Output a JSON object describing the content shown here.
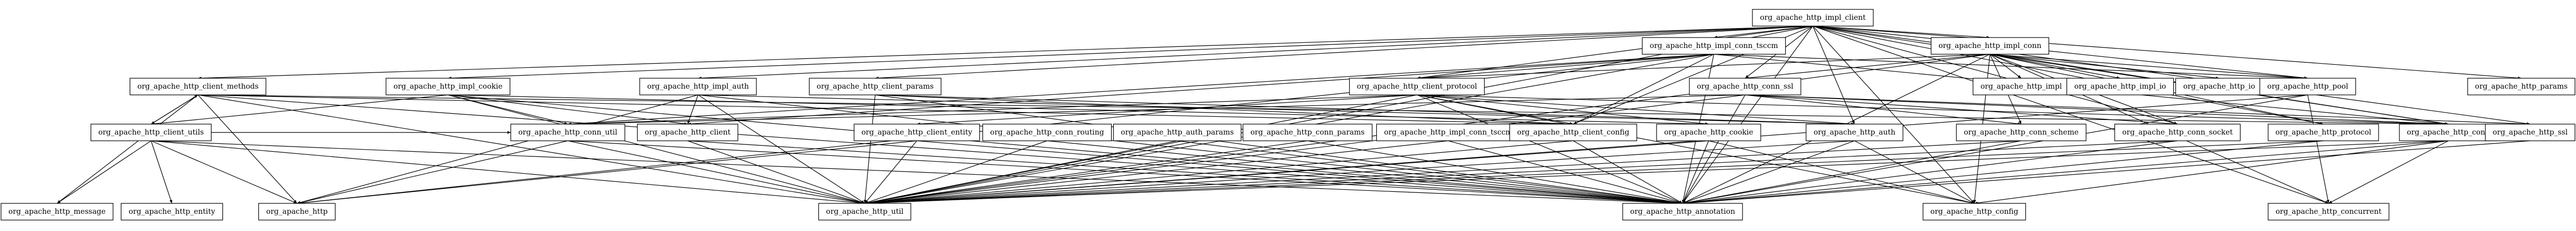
{
  "diagram": {
    "type": "package-dependency-graph",
    "nodes": [
      {
        "id": "impl_client",
        "label": "org_apache_http_impl_client"
      },
      {
        "id": "impl_conn_tsccm",
        "label": "org_apache_http_impl_conn_tsccm"
      },
      {
        "id": "impl_conn",
        "label": "org_apache_http_impl_conn"
      },
      {
        "id": "params",
        "label": "org_apache_http_params"
      },
      {
        "id": "client_methods",
        "label": "org_apache_http_client_methods"
      },
      {
        "id": "impl_cookie",
        "label": "org_apache_http_impl_cookie"
      },
      {
        "id": "impl_auth",
        "label": "org_apache_http_impl_auth"
      },
      {
        "id": "client_params",
        "label": "org_apache_http_client_params"
      },
      {
        "id": "client_protocol",
        "label": "org_apache_http_client_protocol"
      },
      {
        "id": "conn_ssl",
        "label": "org_apache_http_conn_ssl"
      },
      {
        "id": "impl",
        "label": "org_apache_http_impl"
      },
      {
        "id": "impl_io",
        "label": "org_apache_http_impl_io"
      },
      {
        "id": "io",
        "label": "org_apache_http_io"
      },
      {
        "id": "pool",
        "label": "org_apache_http_pool"
      },
      {
        "id": "client_utils",
        "label": "org_apache_http_client_utils"
      },
      {
        "id": "conn_util",
        "label": "org_apache_http_conn_util"
      },
      {
        "id": "client",
        "label": "org_apache_http_client"
      },
      {
        "id": "client_entity",
        "label": "org_apache_http_client_entity"
      },
      {
        "id": "conn_routing",
        "label": "org_apache_http_conn_routing"
      },
      {
        "id": "auth_params",
        "label": "org_apache_http_auth_params"
      },
      {
        "id": "conn_params",
        "label": "org_apache_http_conn_params"
      },
      {
        "id": "impl_conn_tsccm2",
        "label": "org_apache_http_impl_conn_tsccm"
      },
      {
        "id": "client_config",
        "label": "org_apache_http_client_config"
      },
      {
        "id": "cookie",
        "label": "org_apache_http_cookie"
      },
      {
        "id": "auth",
        "label": "org_apache_http_auth"
      },
      {
        "id": "conn_scheme",
        "label": "org_apache_http_conn_scheme"
      },
      {
        "id": "conn_socket",
        "label": "org_apache_http_conn_socket"
      },
      {
        "id": "protocol",
        "label": "org_apache_http_protocol"
      },
      {
        "id": "conn",
        "label": "org_apache_http_conn"
      },
      {
        "id": "ssl",
        "label": "org_apache_http_ssl"
      },
      {
        "id": "message",
        "label": "org_apache_http_message"
      },
      {
        "id": "entity",
        "label": "org_apache_http_entity"
      },
      {
        "id": "http",
        "label": "org_apache_http"
      },
      {
        "id": "util",
        "label": "org_apache_http_util"
      },
      {
        "id": "annotation",
        "label": "org_apache_http_annotation"
      },
      {
        "id": "config",
        "label": "org_apache_http_config"
      },
      {
        "id": "concurrent",
        "label": "org_apache_http_concurrent"
      }
    ],
    "edges": [
      [
        "impl_client",
        "impl_conn_tsccm"
      ],
      [
        "impl_client",
        "impl_conn"
      ],
      [
        "impl_client",
        "params"
      ],
      [
        "impl_client",
        "client_methods"
      ],
      [
        "impl_client",
        "impl_cookie"
      ],
      [
        "impl_client",
        "impl_auth"
      ],
      [
        "impl_client",
        "client_params"
      ],
      [
        "impl_client",
        "client_protocol"
      ],
      [
        "impl_client",
        "conn_ssl"
      ],
      [
        "impl_client",
        "pool"
      ],
      [
        "impl_client",
        "client_config"
      ],
      [
        "impl_client",
        "auth"
      ],
      [
        "impl_client",
        "conn_socket"
      ],
      [
        "impl_client",
        "conn"
      ],
      [
        "impl_client",
        "ssl"
      ],
      [
        "impl_client",
        "annotation"
      ],
      [
        "impl_client",
        "config"
      ],
      [
        "impl_client",
        "concurrent"
      ],
      [
        "impl_client",
        "util"
      ],
      [
        "impl_client",
        "protocol"
      ],
      [
        "impl_conn_tsccm",
        "client_protocol"
      ],
      [
        "impl_conn_tsccm",
        "client_config"
      ],
      [
        "impl_conn_tsccm",
        "conn_util"
      ],
      [
        "impl_conn_tsccm",
        "client"
      ],
      [
        "impl_conn_tsccm",
        "util"
      ],
      [
        "impl_conn_tsccm",
        "annotation"
      ],
      [
        "impl_conn_tsccm",
        "conn"
      ],
      [
        "impl_conn_tsccm",
        "pool"
      ],
      [
        "impl_conn_tsccm",
        "http"
      ],
      [
        "impl_conn",
        "impl"
      ],
      [
        "impl_conn",
        "impl_io"
      ],
      [
        "impl_conn",
        "io"
      ],
      [
        "impl_conn",
        "pool"
      ],
      [
        "impl_conn",
        "conn_ssl"
      ],
      [
        "impl_conn",
        "conn_socket"
      ],
      [
        "impl_conn",
        "conn_scheme"
      ],
      [
        "impl_conn",
        "conn"
      ],
      [
        "impl_conn",
        "protocol"
      ],
      [
        "impl_conn",
        "util"
      ],
      [
        "impl_conn",
        "annotation"
      ],
      [
        "impl_conn",
        "config"
      ],
      [
        "impl_conn",
        "concurrent"
      ],
      [
        "impl_conn",
        "client_protocol"
      ],
      [
        "client_methods",
        "client_utils"
      ],
      [
        "client_methods",
        "client_config"
      ],
      [
        "client_methods",
        "message"
      ],
      [
        "client_methods",
        "util"
      ],
      [
        "client_methods",
        "http"
      ],
      [
        "client_methods",
        "annotation"
      ],
      [
        "client_methods",
        "conn"
      ],
      [
        "client_utils",
        "client_methods"
      ],
      [
        "client_utils",
        "conn_util"
      ],
      [
        "client_utils",
        "message"
      ],
      [
        "client_utils",
        "entity"
      ],
      [
        "client_utils",
        "http"
      ],
      [
        "client_utils",
        "util"
      ],
      [
        "client_utils",
        "annotation"
      ],
      [
        "impl_cookie",
        "client_utils"
      ],
      [
        "impl_cookie",
        "conn_util"
      ],
      [
        "impl_cookie",
        "client"
      ],
      [
        "impl_cookie",
        "cookie"
      ],
      [
        "impl_cookie",
        "util"
      ],
      [
        "impl_cookie",
        "annotation"
      ],
      [
        "impl_auth",
        "auth"
      ],
      [
        "impl_auth",
        "client"
      ],
      [
        "impl_auth",
        "util"
      ],
      [
        "impl_auth",
        "annotation"
      ],
      [
        "impl_auth",
        "http"
      ],
      [
        "client_params",
        "client_config"
      ],
      [
        "client_params",
        "util"
      ],
      [
        "client_params",
        "annotation"
      ],
      [
        "client_params",
        "auth"
      ],
      [
        "client_protocol",
        "client_entity"
      ],
      [
        "client_protocol",
        "client_config"
      ],
      [
        "client_protocol",
        "cookie"
      ],
      [
        "client_protocol",
        "auth"
      ],
      [
        "client_protocol",
        "conn_util"
      ],
      [
        "client_protocol",
        "util"
      ],
      [
        "client_protocol",
        "annotation"
      ],
      [
        "client_protocol",
        "conn"
      ],
      [
        "client_protocol",
        "config"
      ],
      [
        "conn_ssl",
        "conn_util"
      ],
      [
        "conn_ssl",
        "conn_scheme"
      ],
      [
        "conn_ssl",
        "conn_socket"
      ],
      [
        "conn_ssl",
        "ssl"
      ],
      [
        "conn_ssl",
        "util"
      ],
      [
        "conn_ssl",
        "annotation"
      ],
      [
        "conn_ssl",
        "conn"
      ],
      [
        "client_entity",
        "util"
      ],
      [
        "client_entity",
        "annotation"
      ],
      [
        "client_entity",
        "http"
      ],
      [
        "conn_routing",
        "util"
      ],
      [
        "conn_routing",
        "annotation"
      ],
      [
        "auth_params",
        "util"
      ],
      [
        "auth_params",
        "annotation"
      ],
      [
        "conn_params",
        "util"
      ],
      [
        "conn_params",
        "annotation"
      ],
      [
        "impl_conn_tsccm2",
        "util"
      ],
      [
        "impl_conn_tsccm2",
        "annotation"
      ],
      [
        "cookie",
        "util"
      ],
      [
        "cookie",
        "annotation"
      ],
      [
        "cookie",
        "config"
      ],
      [
        "auth",
        "util"
      ],
      [
        "auth",
        "annotation"
      ],
      [
        "auth",
        "config"
      ],
      [
        "conn_scheme",
        "util"
      ],
      [
        "conn_scheme",
        "annotation"
      ],
      [
        "conn_socket",
        "annotation"
      ],
      [
        "conn_socket",
        "util"
      ],
      [
        "protocol",
        "util"
      ],
      [
        "protocol",
        "annotation"
      ],
      [
        "conn",
        "util"
      ],
      [
        "conn",
        "annotation"
      ],
      [
        "conn",
        "config"
      ],
      [
        "conn",
        "concurrent"
      ],
      [
        "ssl",
        "annotation"
      ],
      [
        "conn_util",
        "util"
      ],
      [
        "conn_util",
        "annotation"
      ],
      [
        "conn_util",
        "http"
      ],
      [
        "client_config",
        "annotation"
      ],
      [
        "client_config",
        "util"
      ],
      [
        "client",
        "util"
      ],
      [
        "client",
        "annotation"
      ],
      [
        "pool",
        "util"
      ],
      [
        "pool",
        "annotation"
      ],
      [
        "pool",
        "concurrent"
      ]
    ]
  }
}
